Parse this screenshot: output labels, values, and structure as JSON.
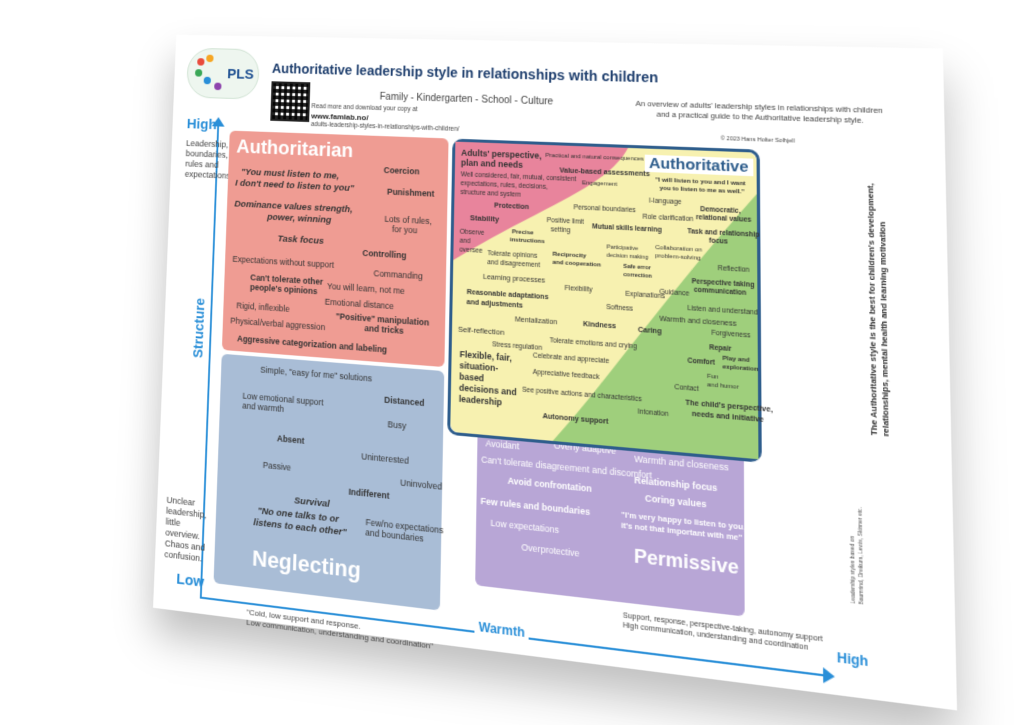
{
  "header": {
    "logo_text": "PLS",
    "title": "Authoritative leadership style in relationships with children",
    "subtitle": "Family - Kindergarten - School - Culture",
    "download_text": "Read more and download your copy at",
    "url": "www.famlab.no/",
    "url_path": "adults-leadership-styles-in-relationships-with-children/",
    "overview": "An overview of adults' leadership styles in relationships with children",
    "overview2": "and a practical guide to the Authoritative leadership style.",
    "copyright": "© 2023 Hans Holter Solhjell"
  },
  "axes": {
    "high_top": "High",
    "structure_desc": [
      "Leadership,",
      "boundaries,",
      "rules and",
      "expectations"
    ],
    "structure_label": "Structure",
    "low": "Low",
    "unclear": [
      "Unclear",
      "leadership,",
      "little",
      "overview.",
      "Chaos and",
      "confusion."
    ],
    "warmth_label": "Warmth",
    "high_right": "High",
    "warmth_low_desc": [
      "\"Cold, low support and response.",
      "Low communication, understanding and coordination\""
    ],
    "warmth_high_desc": [
      "Support, response, perspective-taking, autonomy support",
      "High communication, understanding and coordination"
    ]
  },
  "side_note": [
    "The Authoritative style is the best for children's development,",
    "relationships, mental health and learning motivation"
  ],
  "side_sources": [
    "Leadership styles based on",
    "Baumrind, Dreikurs, Lewis, Skinner etc."
  ],
  "authoritarian": {
    "title": "Authoritarian",
    "items": [
      "Coercion",
      "\"You must listen to me,",
      "I don't need to listen to you\"",
      "Punishment",
      "Dominance values strength,",
      "power, winning",
      "Lots of rules,",
      "for you",
      "Task focus",
      "Controlling",
      "Expectations without support",
      "Commanding",
      "Can't tolerate other",
      "people's opinions",
      "You will learn, not me",
      "Emotional distance",
      "Rigid, inflexible",
      "\"Positive\" manipulation",
      "and tricks",
      "Physical/verbal aggression",
      "Aggressive categorization and labeling"
    ]
  },
  "neglecting": {
    "title": "Neglecting",
    "items": [
      "Simple, \"easy for me\" solutions",
      "Distanced",
      "Low emotional support",
      "and warmth",
      "Busy",
      "Absent",
      "Uninterested",
      "Passive",
      "Uninvolved",
      "Indifferent",
      "Survival",
      "\"No one talks to or",
      "listens to each other\"",
      "Few/no expectations",
      "and boundaries"
    ]
  },
  "permissive": {
    "title": "Permissive",
    "items": [
      "Avoidant",
      "Overly adaptive",
      "Warmth and closeness",
      "Can't tolerate disagreement and discomfort",
      "Relationship focus",
      "Avoid confrontation",
      "Coring values",
      "Few rules and boundaries",
      "\"I'm very happy to listen to you,",
      "it's not that important with me\"",
      "Low expectations",
      "Overprotective"
    ]
  },
  "authoritative": {
    "title": "Authoritative",
    "pink": [
      "Adults' perspective,",
      "plan and needs",
      "Practical and natural consequences",
      "Value-based assessments",
      "Well considered, fair, mutual, consistent",
      "expectations, rules, decisions,",
      "structure and system",
      "Engagement",
      "Protection",
      "Stability",
      "Observe",
      "and",
      "oversee"
    ],
    "yellow": [
      "Personal boundaries",
      "Positive limit",
      "setting",
      "Precise",
      "instructions",
      "Tolerate opinions",
      "and disagreement",
      "Reciprocity",
      "and cooperation",
      "Participative",
      "decision making",
      "Safe error",
      "correction",
      "Learning processes",
      "Flexibility",
      "Reasonable adaptations",
      "and adjustments",
      "Mentalization",
      "Self-reflection",
      "Stress regulation",
      "Flexible, fair,",
      "situation-",
      "based",
      "decisions and",
      "leadership",
      "Autonomy support"
    ],
    "green": [
      "I-language",
      "\"I will listen to you and I want",
      "you to listen to me as well.\"",
      "Democratic,",
      "relational values",
      "Role clarification",
      "Mutual skills learning",
      "Task and relationship",
      "focus",
      "Collaboration on",
      "problem-solving",
      "Reflection",
      "Perspective taking",
      "communication",
      "Guidance",
      "Explanations",
      "Listen and understand",
      "Softness",
      "Warmth and closeness",
      "Forgiveness",
      "Kindness",
      "Caring",
      "Repair",
      "Tolerate emotions and crying",
      "Comfort",
      "Play and",
      "exploration",
      "Celebrate and appreciate",
      "Fun",
      "and humor",
      "Appreciative feedback",
      "Contact",
      "See positive actions and characteristics",
      "Intonation",
      "The child's perspective,",
      "needs and initiative"
    ]
  },
  "colors": {
    "authoritarian": "#ef9c93",
    "neglecting": "#a9bdd6",
    "permissive": "#b8a6d6",
    "authoritative_title": "#2e5d8c",
    "pink_zone": "#e8849c",
    "yellow_zone": "#f7f1b0",
    "green_zone": "#9fcf7c",
    "axis": "#2a8fd8"
  }
}
